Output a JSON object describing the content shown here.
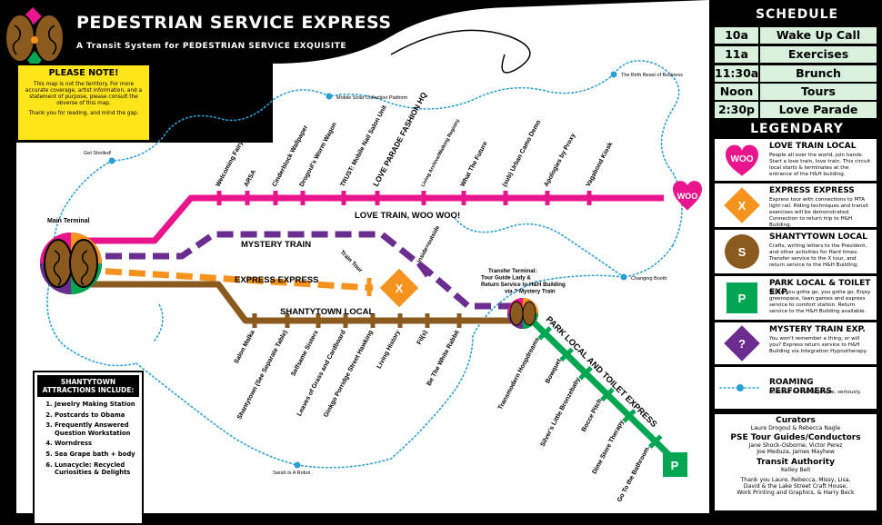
{
  "header": {
    "title": "PEDESTRIAN SERVICE EXPRESS",
    "subtitle": "A Transit System for PEDESTRIAN SERVICE EXQUISITE"
  },
  "note": {
    "title": "PLEASE NOTE!",
    "body": "This map is not the territory. For more accurate coverage, artist information, and a statement of purpose, please consult the obverse of this map.",
    "footer": "Thank you for reading, and mind the gap."
  },
  "schedule": {
    "title": "SCHEDULE",
    "rows": [
      {
        "time": "10a",
        "event": "Wake Up Call"
      },
      {
        "time": "11a",
        "event": "Exercises"
      },
      {
        "time": "11:30a",
        "event": "Brunch"
      },
      {
        "time": "Noon",
        "event": "Tours"
      },
      {
        "time": "2:30p",
        "event": "Love Parade"
      }
    ]
  },
  "legend": {
    "title": "LEGENDARY",
    "items": [
      {
        "icon": "heart-icon",
        "icon_label": "WOO",
        "name": "LOVE TRAIN LOCAL",
        "desc": "People all over the world, join hands. Start a love train, love train. This circuit local starts & terminates at the entrance of the H&H building."
      },
      {
        "icon": "diamond-icon",
        "icon_label": "X",
        "name": "EXPRESS EXPRESS",
        "desc": "Express tour with connections to MTA light rail. Riding techniques and transit exercises will be demonstrated. Connection to return trip to H&H Building."
      },
      {
        "icon": "circle-icon",
        "icon_label": "S",
        "name": "SHANTYTOWN LOCAL",
        "desc": "Crafts, writing letters to the President, and other activities for Hard times. Transfer service to the X tour, and return service to the H&H Building."
      },
      {
        "icon": "square-icon",
        "icon_label": "P",
        "name": "PARK LOCAL & TOILET EXP.",
        "desc": "When you gotta go, you gotta go. Enjoy greenspace, lawn games and express service to comfort station. Return service to the H&H Building available."
      },
      {
        "icon": "diamond-icon",
        "icon_label": "?",
        "name": "MYSTERY TRAIN EXP.",
        "desc": "You won't remember a thing, or will you? Express return service to H&H Building via Integration Hypnotherapy."
      },
      {
        "icon": "dots-icon",
        "icon_label": "",
        "name": "ROAMING PERFORMERS",
        "desc": "Look out for these people, seriously."
      }
    ]
  },
  "credits": {
    "curators_h": "Curators",
    "curators": "Laure Drogoul & Rebecca Nagle",
    "guides_h": "PSE Tour Guides/Conductors",
    "guides": "Jane Shock-Osborne, Victor Perez\nJoe Meduza, James Mayhew",
    "authority_h": "Transit Authority",
    "authority": "Kelley Bell",
    "thanks": "Thank you Laure, Rebecca, Missy, Lisa,\nDavid & the Lake Street Craft House,\nWork Printing and Graphics, & Harry Beck"
  },
  "attractions": {
    "title": "SHANTYTOWN ATTRACTIONS INCLUDE:",
    "items": [
      "Jewelry Making Station",
      "Postcards to Obama",
      "Frequently Answered Question Workstation",
      "Worndress",
      "Sea Grape bath + body",
      "Lunacycle: Recycled Curiosities & Delights"
    ]
  },
  "map": {
    "main_terminal": "Main Terminal",
    "transfer_terminal": "Transfer Terminal:\nTour Guide Lady &\nReturn Service to H&H Building\nvia ? Mystery Train",
    "line_love": "LOVE TRAIN, WOO WOO!",
    "line_mystery": "MYSTERY TRAIN",
    "line_express": "EXPRESS EXPRESS",
    "line_shanty": "SHANTYTOWN LOCAL",
    "line_park": "PARK LOCAL AND TOILET EXPRESS",
    "woo": "WOO",
    "x": "X",
    "p": "P",
    "love_stops": [
      "Welcoming Fairy",
      "ARSA",
      "Cinderblock Wallpaper",
      "Drogoul's Worm Wagon",
      "TRUST: Mobile Nail Salon Unit",
      "LOVE PARADE FASHION HQ",
      "Living Archive/Walking Registry",
      "What The Future",
      "(sub) Urban Camo Demo",
      "Apologies by Proxy",
      "Vagabond Kiosk"
    ],
    "shanty_stops": [
      "Salon Malka",
      "Shantytown (See Separate Table)",
      "Selfsame Sisters",
      "Leaves of Grass and Cardboard",
      "Ginkgo Porridge Street Hawking",
      "Living History",
      "Fil(s)",
      "Be The White Rabbit"
    ],
    "park_stops": [
      "Transmodern Hoopdreams",
      "Bowquet",
      "Silver's Little Bronzebaby",
      "Bocce Pitch",
      "Dime Store Therapy",
      "Go To the Bathroom."
    ],
    "train_tour": "Train Tour",
    "inside_outside": "inside=outside",
    "performers": [
      "Mobile Solar Collection Platform",
      "The Birth Beast of Business",
      "Get Strolled!",
      "Changing Booth",
      "Sarah Is A Robot ."
    ]
  },
  "colors": {
    "love": "#e8158c",
    "mystery": "#6b2d90",
    "express": "#f6921e",
    "shanty": "#8b5a1e",
    "park": "#00a651",
    "dots": "#2a9fd6",
    "schedule_bg": "#d9f1dc",
    "note_bg": "#ffe51a"
  }
}
